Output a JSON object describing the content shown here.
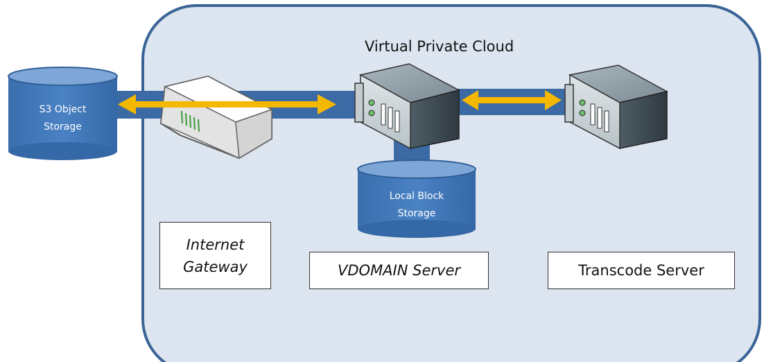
{
  "vpc": {
    "title": "Virtual Private Cloud"
  },
  "s3_storage": {
    "line1": "S3 Object",
    "line2": "Storage"
  },
  "local_storage": {
    "line1": "Local Block",
    "line2": "Storage"
  },
  "labels": {
    "gateway_line1": "Internet",
    "gateway_line2": "Gateway",
    "vdomain": "VDOMAIN Server",
    "transcode": "Transcode Server"
  },
  "colors": {
    "vpc_fill": "#dde5f0",
    "vpc_border": "#3a6496",
    "connector": "#3c6aa4",
    "arrow": "#f5b800",
    "cylinder": "#3f77b7"
  }
}
